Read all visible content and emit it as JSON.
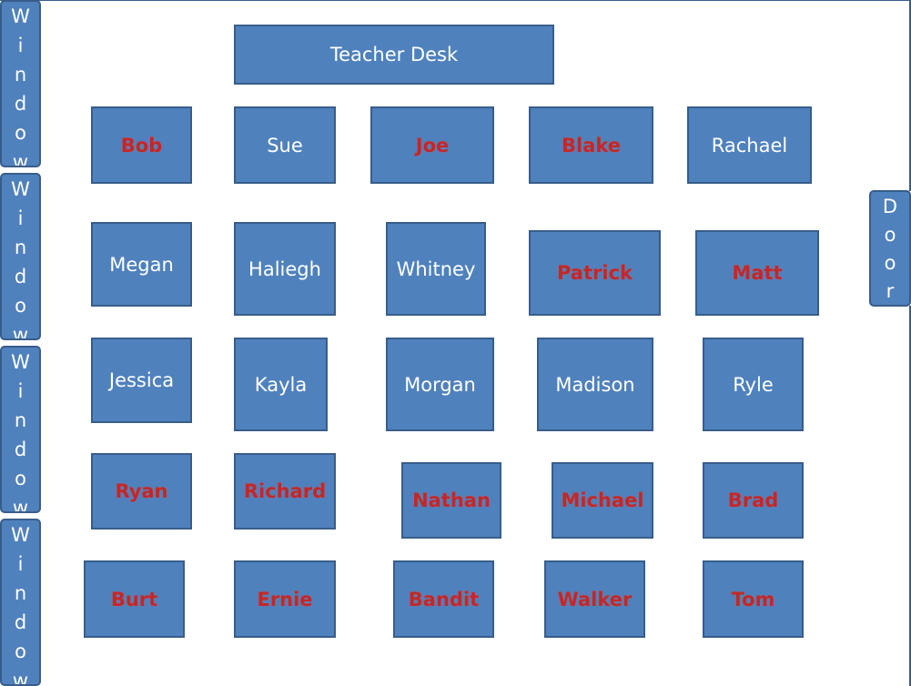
{
  "teacher_desk": "Teacher Desk",
  "door_label": "Door",
  "window_label": "Window",
  "student_color_absent": "#c0282a",
  "student_color_present": "#ffffff",
  "desk_color": "#4f81bd",
  "rows": [
    [
      {
        "name": "Bob",
        "red": true
      },
      {
        "name": "Sue",
        "red": false
      },
      {
        "name": "Joe",
        "red": true
      },
      {
        "name": "Blake",
        "red": true
      },
      {
        "name": "Rachael",
        "red": false
      }
    ],
    [
      {
        "name": "Megan",
        "red": false
      },
      {
        "name": "Haliegh",
        "red": false
      },
      {
        "name": "Whitney",
        "red": false
      },
      {
        "name": "Patrick",
        "red": true
      },
      {
        "name": "Matt",
        "red": true
      }
    ],
    [
      {
        "name": "Jessica",
        "red": false
      },
      {
        "name": "Kayla",
        "red": false
      },
      {
        "name": "Morgan",
        "red": false
      },
      {
        "name": "Madison",
        "red": false
      },
      {
        "name": "Ryle",
        "red": false
      }
    ],
    [
      {
        "name": "Ryan",
        "red": true
      },
      {
        "name": "Richard",
        "red": true
      },
      {
        "name": "Nathan",
        "red": true
      },
      {
        "name": "Michael",
        "red": true
      },
      {
        "name": "Brad",
        "red": true
      }
    ],
    [
      {
        "name": "Burt",
        "red": true
      },
      {
        "name": "Ernie",
        "red": true
      },
      {
        "name": "Bandit",
        "red": true
      },
      {
        "name": "Walker",
        "red": true
      },
      {
        "name": "Tom",
        "red": true
      }
    ]
  ]
}
